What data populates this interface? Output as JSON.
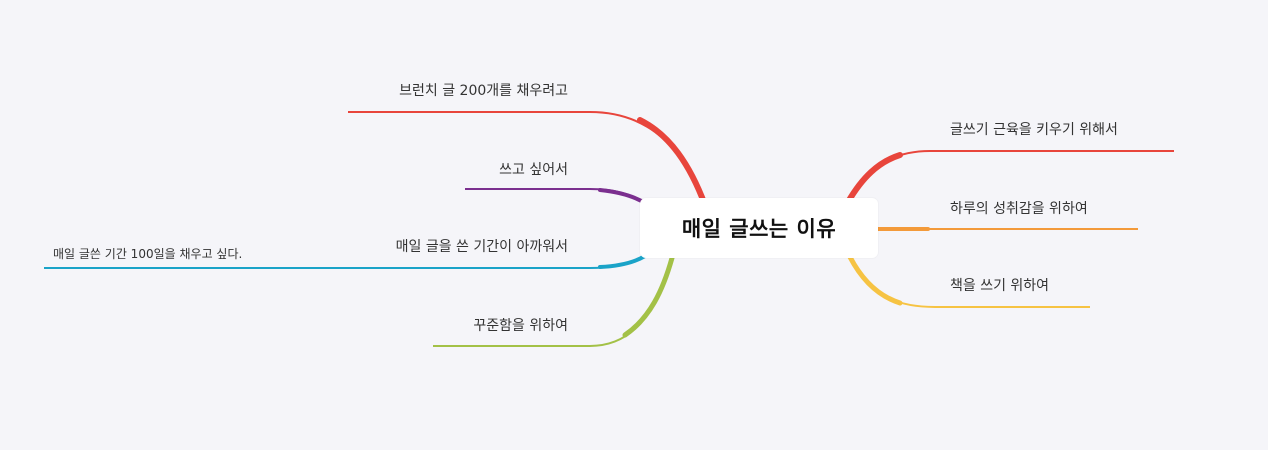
{
  "mindmap": {
    "central": "매일 글쓰는 이유",
    "left_branches": [
      {
        "label": "브런치 글 200개를 채우려고",
        "color": "#e8453c",
        "children": []
      },
      {
        "label": "쓰고 싶어서",
        "color": "#7b2f8f",
        "children": []
      },
      {
        "label": "매일 글을 쓴 기간이 아까워서",
        "color": "#1aa3c8",
        "children": [
          "매일 글쓴 기간 100일을 채우고 싶다."
        ]
      },
      {
        "label": "꾸준함을 위하여",
        "color": "#a3c147",
        "children": []
      }
    ],
    "right_branches": [
      {
        "label": "글쓰기 근육을 키우기 위해서",
        "color": "#e8453c",
        "children": []
      },
      {
        "label": "하루의 성취감을 위하여",
        "color": "#f39a3a",
        "children": []
      },
      {
        "label": "책을 쓰기 위하여",
        "color": "#f6c343",
        "children": []
      }
    ]
  }
}
